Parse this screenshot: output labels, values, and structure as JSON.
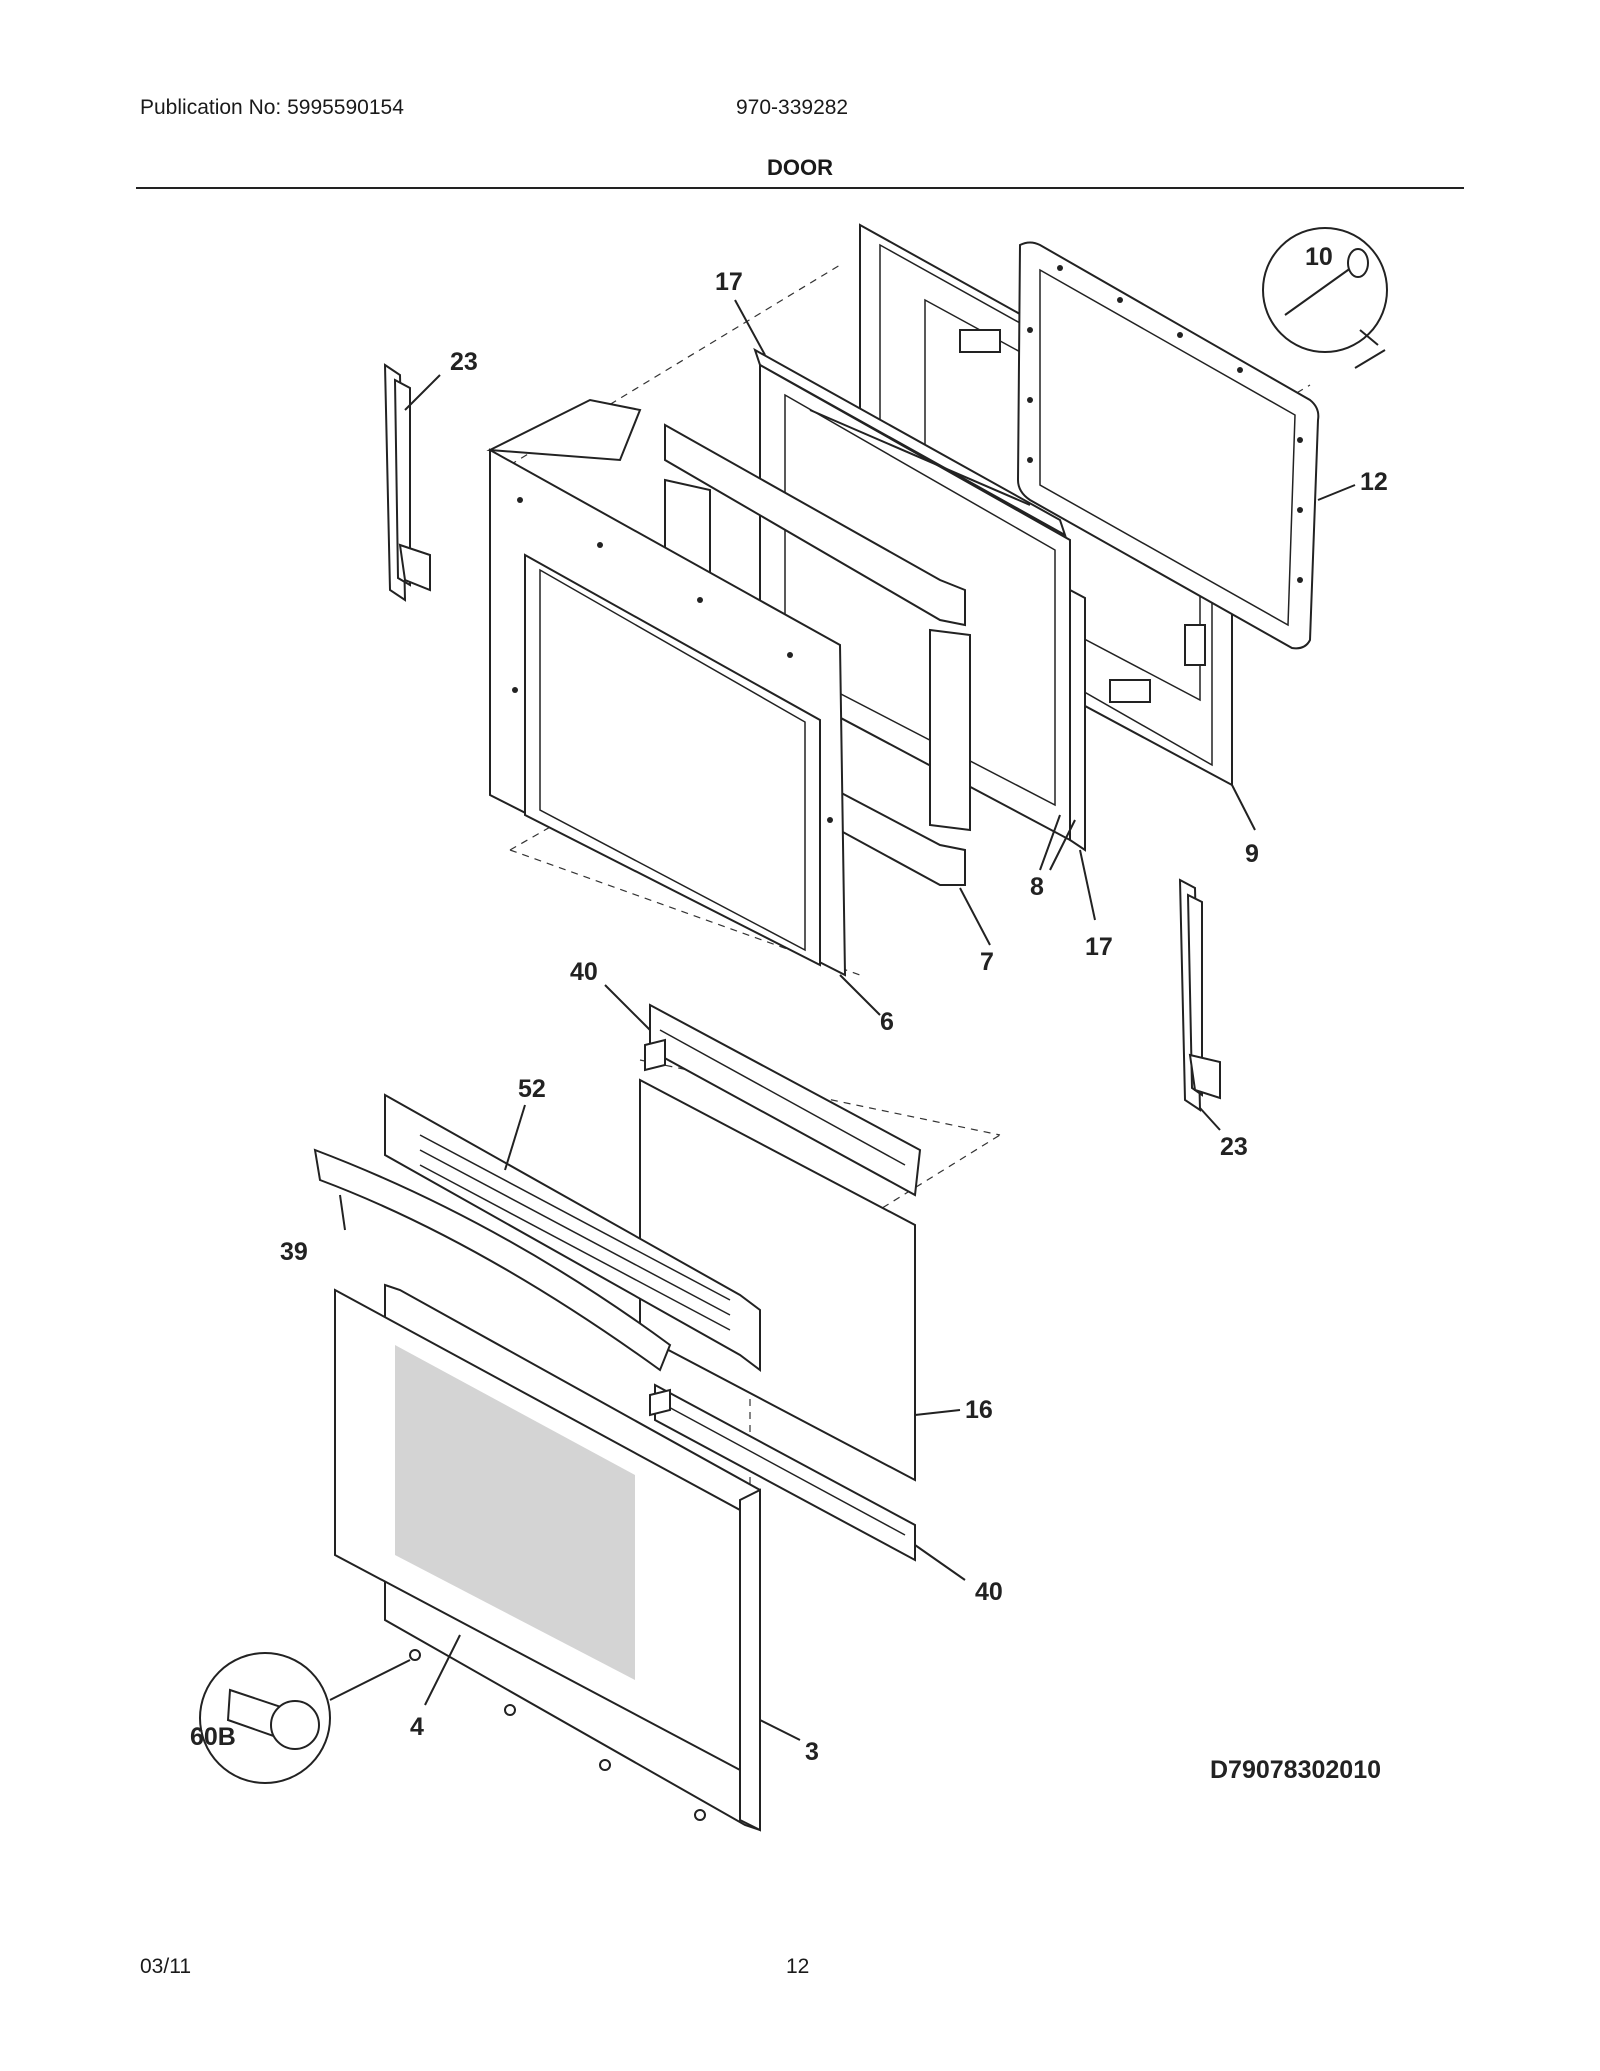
{
  "header": {
    "publication": "Publication No: 5995590154",
    "model": "970-339282",
    "title": "DOOR"
  },
  "diagram": {
    "callouts": {
      "c10": "10",
      "c17a": "17",
      "c23a": "23",
      "c12": "12",
      "c9": "9",
      "c8": "8",
      "c17b": "17",
      "c7": "7",
      "c40a": "40",
      "c6": "6",
      "c23b": "23",
      "c52": "52",
      "c39": "39",
      "c16": "16",
      "c40b": "40",
      "c60b": "60B",
      "c4": "4",
      "c3": "3"
    },
    "drawing_id": "D79078302010"
  },
  "footer": {
    "date": "03/11",
    "page": "12"
  }
}
